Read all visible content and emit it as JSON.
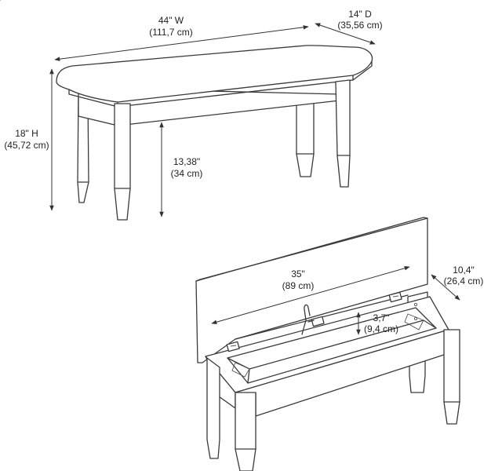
{
  "dimensions": {
    "width": {
      "line1": "44\" W",
      "line2": "(111,7 cm)"
    },
    "depth": {
      "line1": "14\" D",
      "line2": "(35,56 cm)"
    },
    "height": {
      "line1": "18\" H",
      "line2": "(45,72 cm)"
    },
    "seat_clearance": {
      "line1": "13,38\"",
      "line2": "(34 cm)"
    },
    "storage_length": {
      "line1": "35\"",
      "line2": "(89 cm)"
    },
    "storage_depth": {
      "line1": "10,4\"",
      "line2": "(26,4 cm)"
    },
    "storage_height": {
      "line1": "3,7\"",
      "line2": "(9,4 cm)"
    }
  }
}
